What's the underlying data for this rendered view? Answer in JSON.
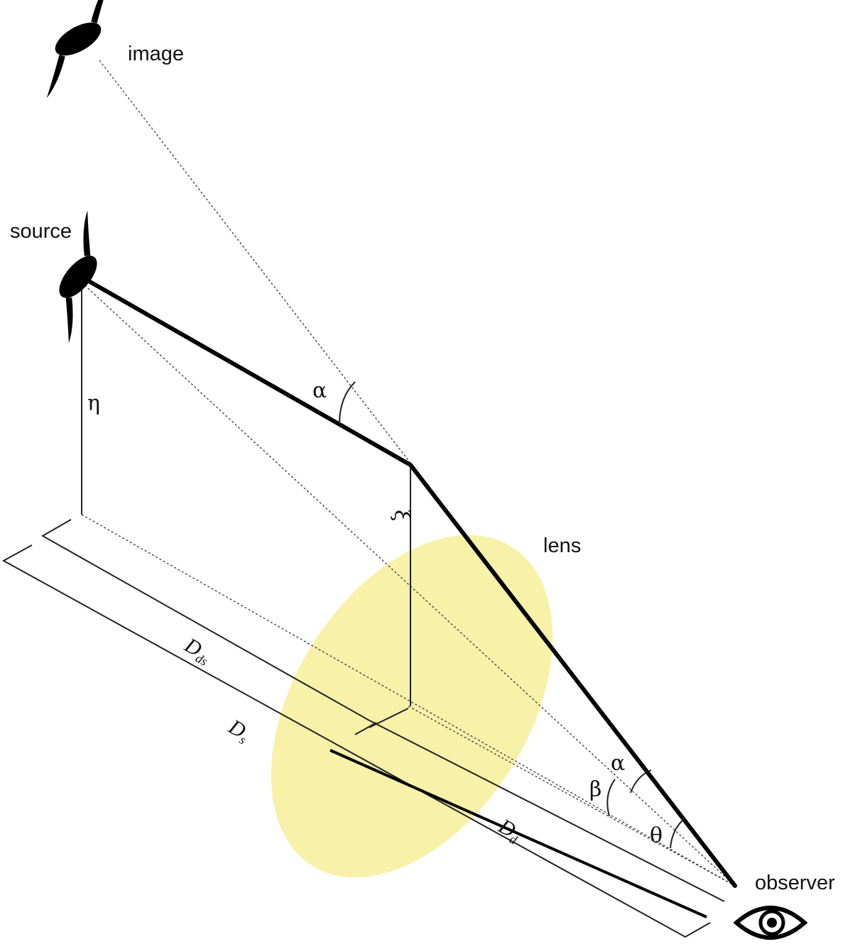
{
  "labels": {
    "image": "image",
    "source": "source",
    "lens": "lens",
    "observer": "observer",
    "eta": "η",
    "xi": "ξ",
    "alpha_top": "α",
    "alpha_bottom": "α",
    "beta": "β",
    "theta": "θ",
    "d_ds": {
      "main": "D",
      "sub": "ds"
    },
    "d_s": {
      "main": "D",
      "sub": "s"
    },
    "d_d": {
      "main": "D",
      "sub": "d"
    }
  },
  "colors": {
    "lens_fill": "#f7f09e",
    "line": "#000000"
  },
  "icons": {
    "image": "galaxy-icon",
    "source": "galaxy-icon",
    "observer": "eye-icon"
  }
}
